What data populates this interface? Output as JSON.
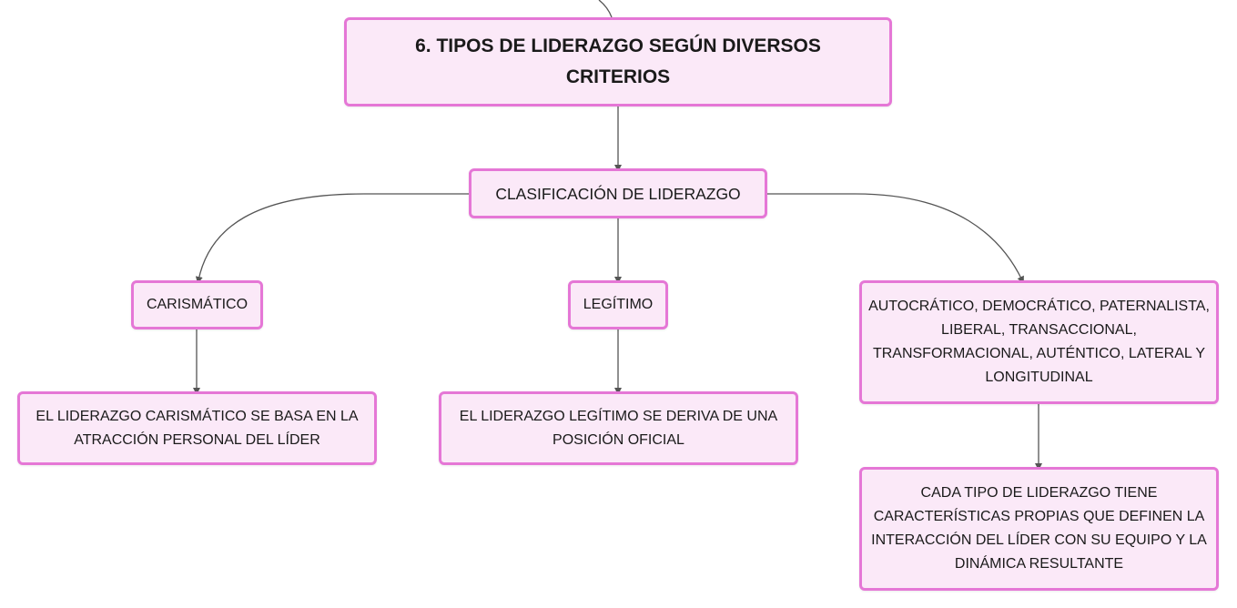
{
  "diagram": {
    "title": "6. TIPOS DE LIDERAZGO SEGÚN DIVERSOS CRITERIOS",
    "classification": "CLASIFICACIÓN DE LIDERAZGO",
    "branches": {
      "charismatic": {
        "label": "CARISMÁTICO",
        "description": "EL LIDERAZGO CARISMÁTICO SE BASA EN LA ATRACCIÓN PERSONAL DEL LÍDER"
      },
      "legitimate": {
        "label": "LEGÍTIMO",
        "description": "EL LIDERAZGO LEGÍTIMO SE DERIVA DE UNA POSICIÓN OFICIAL"
      },
      "others": {
        "label": "AUTOCRÁTICO, DEMOCRÁTICO, PATERNALISTA, LIBERAL, TRANSACCIONAL, TRANSFORMACIONAL, AUTÉNTICO, LATERAL Y LONGITUDINAL",
        "description": "CADA TIPO DE LIDERAZGO TIENE CARACTERÍSTICAS PROPIAS QUE DEFINEN LA INTERACCIÓN DEL LÍDER CON SU EQUIPO Y LA DINÁMICA RESULTANTE"
      }
    },
    "colors": {
      "node_fill": "#fbe9f8",
      "node_border": "#e577d6",
      "connector": "#555555"
    }
  }
}
